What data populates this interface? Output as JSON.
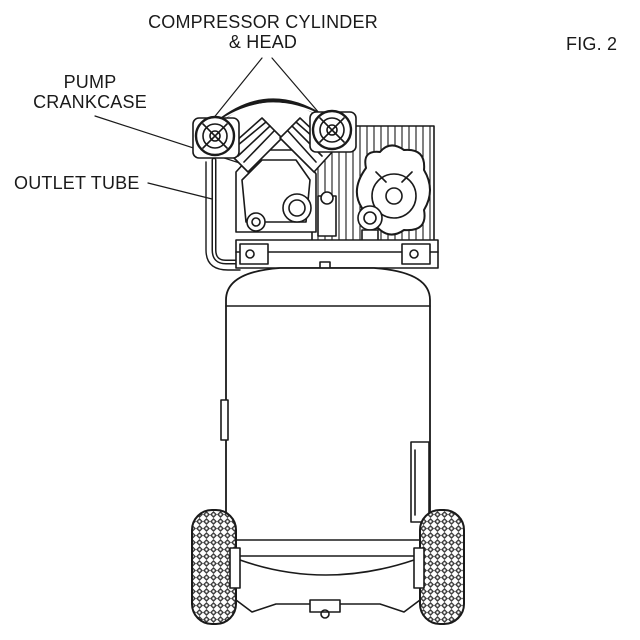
{
  "figure_label": "FIG. 2",
  "labels": {
    "cylinder_line1": "COMPRESSOR CYLINDER",
    "cylinder_line2": "& HEAD",
    "pump_line1": "PUMP",
    "pump_line2": "CRANKCASE",
    "outlet": "OUTLET TUBE"
  },
  "colors": {
    "ink": "#1a1a1a",
    "background": "#ffffff"
  }
}
